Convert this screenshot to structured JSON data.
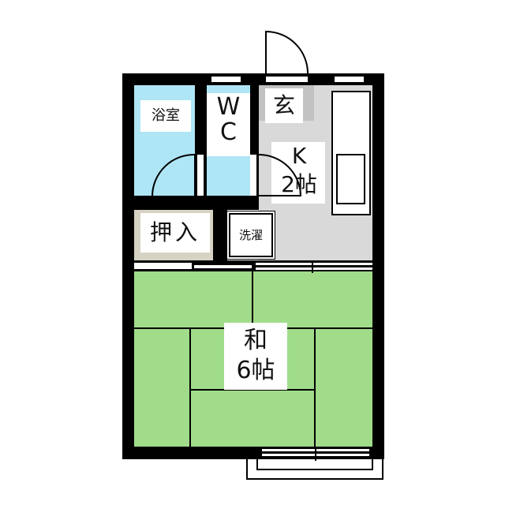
{
  "floorplan": {
    "colors": {
      "wall": "#000000",
      "bath": "#aee6f5",
      "tatami": "#a0dc8a",
      "kitchen_floor": "#d9d9d9",
      "entrance": "#c2c2c2",
      "closet": "#d6d2c4",
      "label_bg": "#ffffff"
    },
    "rooms": {
      "bath": {
        "label": "浴室"
      },
      "wc": {
        "label_line1": "W",
        "label_line2": "C"
      },
      "entrance": {
        "label": "玄"
      },
      "kitchen": {
        "label_line1": "K",
        "label_line2": "2帖"
      },
      "closet": {
        "label": "押入"
      },
      "washer": {
        "label": "洗濯"
      },
      "washitsu": {
        "label_line1": "和",
        "label_line2": "6帖"
      }
    }
  }
}
